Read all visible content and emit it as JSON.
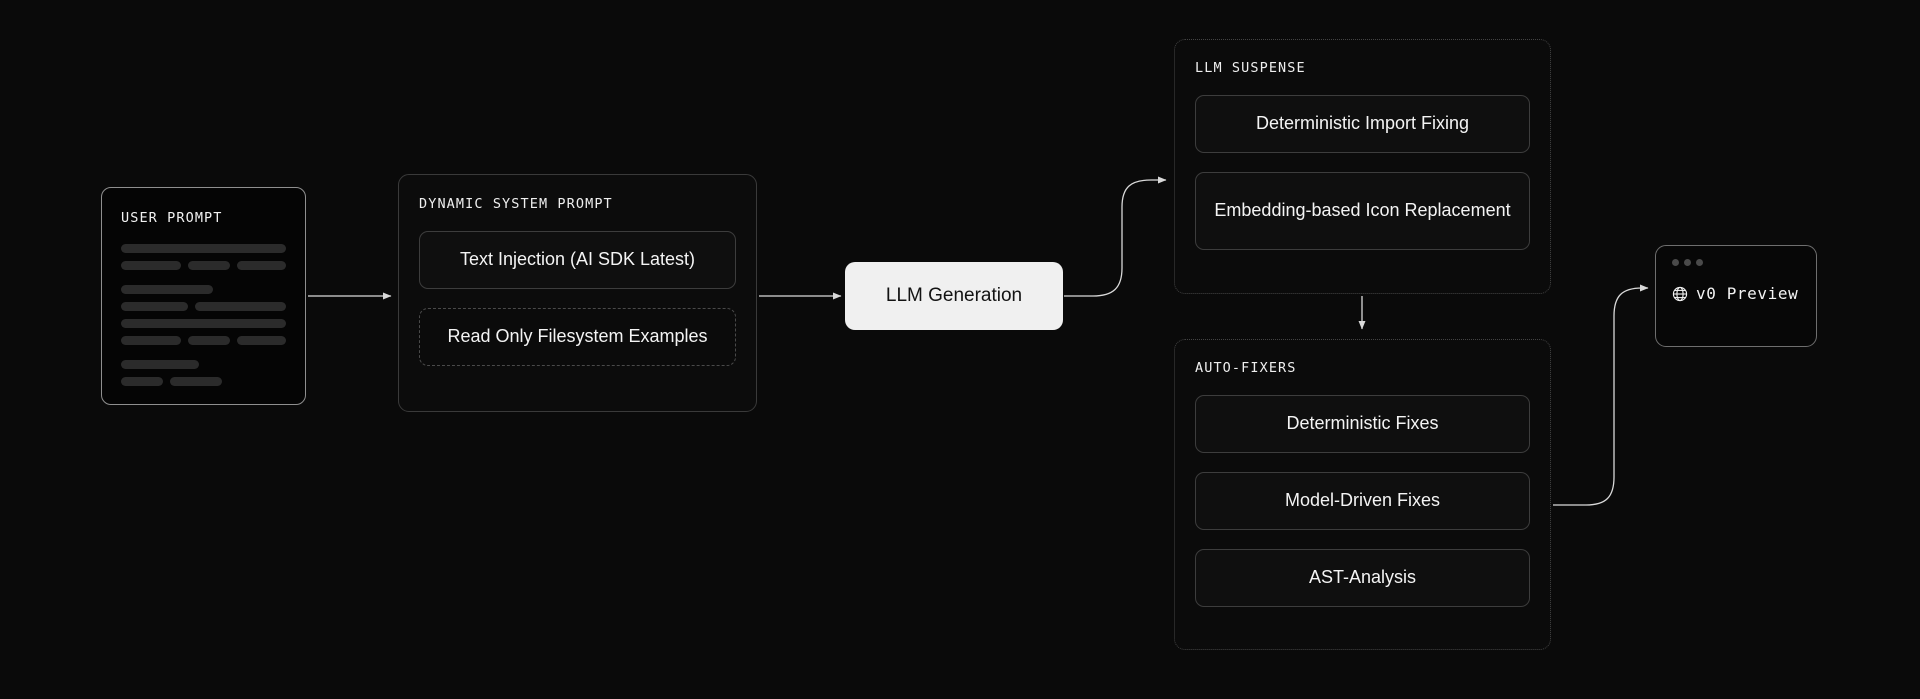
{
  "canvas": {
    "background": "#0a0a0a",
    "accent_light": "#f0f0f0",
    "line_color": "#d9d9d9",
    "border_muted": "#3d3d3d"
  },
  "user_prompt": {
    "title": "USER PROMPT",
    "skeleton_rows": [
      [
        168
      ],
      [
        62,
        48,
        50
      ],
      [
        92
      ],
      [
        68,
        93
      ],
      [
        140
      ],
      [
        62,
        48,
        50
      ],
      [
        78
      ],
      [
        42,
        52
      ]
    ]
  },
  "dynamic_system_prompt": {
    "title": "DYNAMIC SYSTEM PROMPT",
    "items": [
      {
        "label": "Text Injection (AI SDK Latest)",
        "style": "solid"
      },
      {
        "label": "Read Only Filesystem Examples",
        "style": "dashed"
      }
    ]
  },
  "llm_generation": {
    "label": "LLM Generation"
  },
  "llm_suspense": {
    "title": "LLM SUSPENSE",
    "items": [
      {
        "label": "Deterministic Import Fixing",
        "size": "normal"
      },
      {
        "label": "Embedding-based Icon Replacement",
        "size": "tall"
      }
    ]
  },
  "auto_fixers": {
    "title": "AUTO-FIXERS",
    "items": [
      {
        "label": "Deterministic Fixes"
      },
      {
        "label": "Model-Driven Fixes"
      },
      {
        "label": "AST-Analysis"
      }
    ]
  },
  "v0_preview": {
    "label": "v0 Preview",
    "icon": "globe-icon",
    "window_dots": 3
  },
  "connectors": [
    {
      "from": "user-prompt",
      "to": "dynamic-system-prompt",
      "kind": "straight-arrow"
    },
    {
      "from": "dynamic-system-prompt",
      "to": "llm-generation",
      "kind": "straight-arrow"
    },
    {
      "from": "llm-generation",
      "to": "llm-suspense",
      "kind": "s-curve-arrow"
    },
    {
      "from": "llm-suspense",
      "to": "auto-fixers",
      "kind": "vertical-arrow"
    },
    {
      "from": "auto-fixers",
      "to": "v0-preview",
      "kind": "elbow-curve-arrow"
    }
  ]
}
